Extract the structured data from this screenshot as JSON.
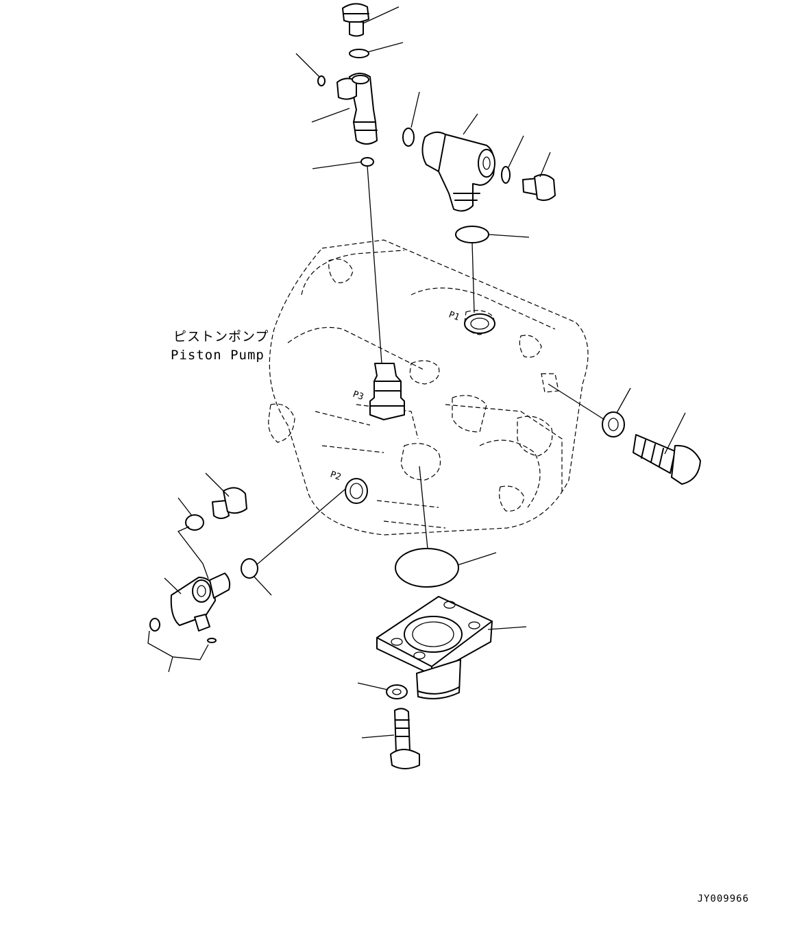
{
  "labels": {
    "part_name_jp": "ピストンポンプ",
    "part_name_en": "Piston Pump",
    "drawing_code": "JY009966"
  },
  "port_marks": {
    "p1": "P1",
    "p2": "P2",
    "p3": "P3"
  }
}
